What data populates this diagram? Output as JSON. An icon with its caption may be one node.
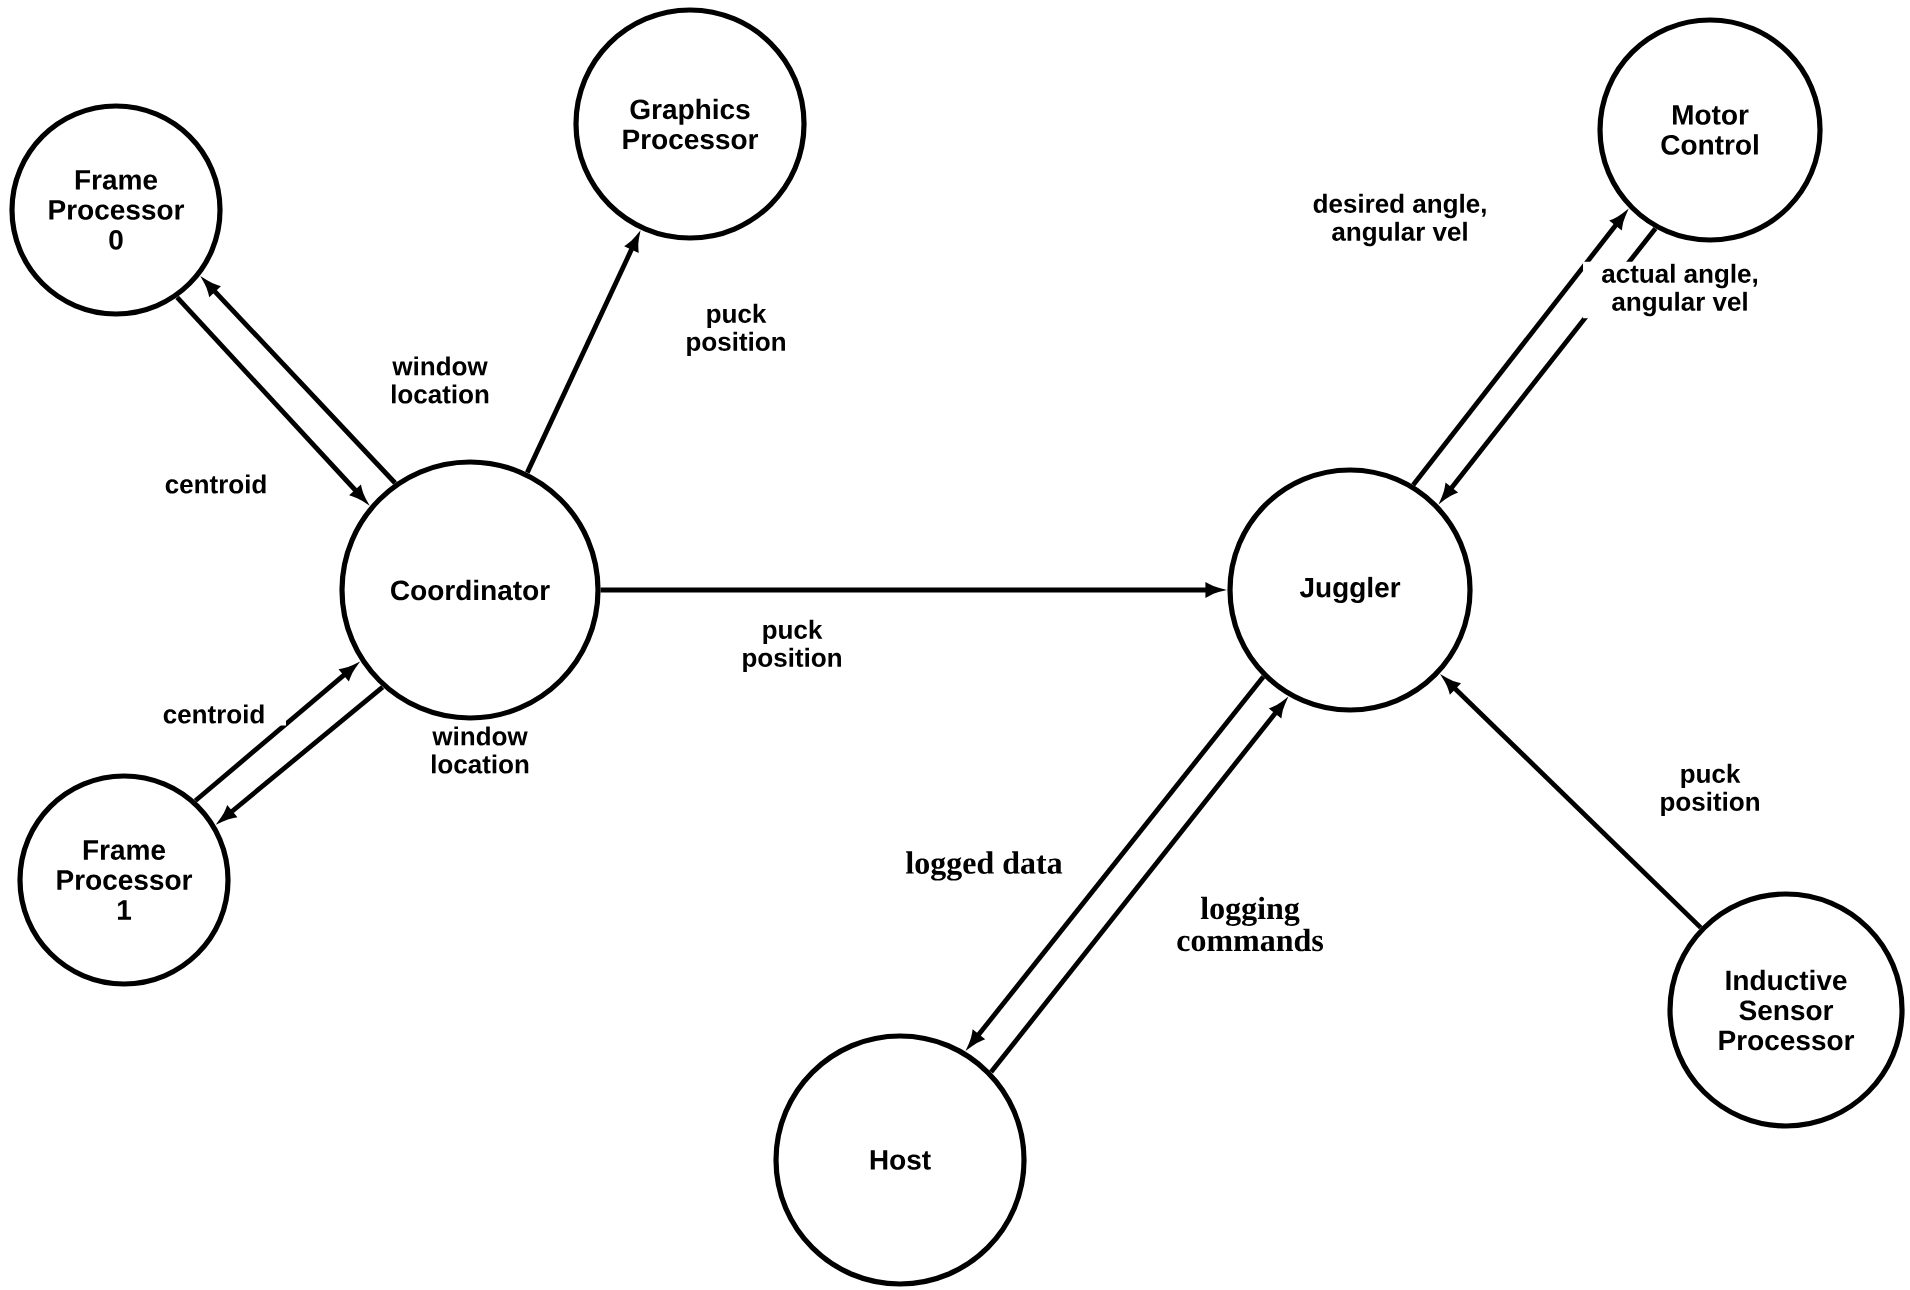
{
  "diagram": {
    "nodes": [
      {
        "text": [
          "Frame Processor 0"
        ]
      },
      {
        "text": [
          "Coordinator"
        ]
      },
      {
        "text": [
          "Frame Processor 1"
        ]
      },
      {
        "text": [
          "Graphics Processor"
        ]
      },
      {
        "text": [
          "Juggler"
        ]
      },
      {
        "text": [
          "Motor Control"
        ]
      },
      {
        "text": [
          "Host"
        ]
      },
      {
        "text": [
          "Inductive Sensor Processor"
        ]
      }
    ],
    "edges": [
      {
        "from": 0,
        "to": 1,
        "arrow": "to",
        "label": "centroid"
      },
      {
        "from": 1,
        "to": 0,
        "arrow": "to",
        "label": "window location"
      },
      {
        "from": 2,
        "to": 1,
        "arrow": "to",
        "label": "centroid"
      },
      {
        "from": 1,
        "to": 2,
        "arrow": "to",
        "label": "window location"
      },
      {
        "from": 1,
        "to": 3,
        "arrow": "to",
        "label": "puck position"
      },
      {
        "from": 1,
        "to": 4,
        "arrow": "to",
        "label": "puck position"
      },
      {
        "from": 4,
        "to": 5,
        "arrow": "to",
        "label": "desired angle, angular vel"
      },
      {
        "from": 5,
        "to": 4,
        "arrow": "to",
        "label": "actual angle, angular vel"
      },
      {
        "from": 4,
        "to": 6,
        "arrow": "to",
        "label": "logged data"
      },
      {
        "from": 6,
        "to": 4,
        "arrow": "to",
        "label": "logging commands"
      },
      {
        "from": 7,
        "to": 4,
        "arrow": "to",
        "label": "puck position"
      }
    ]
  }
}
